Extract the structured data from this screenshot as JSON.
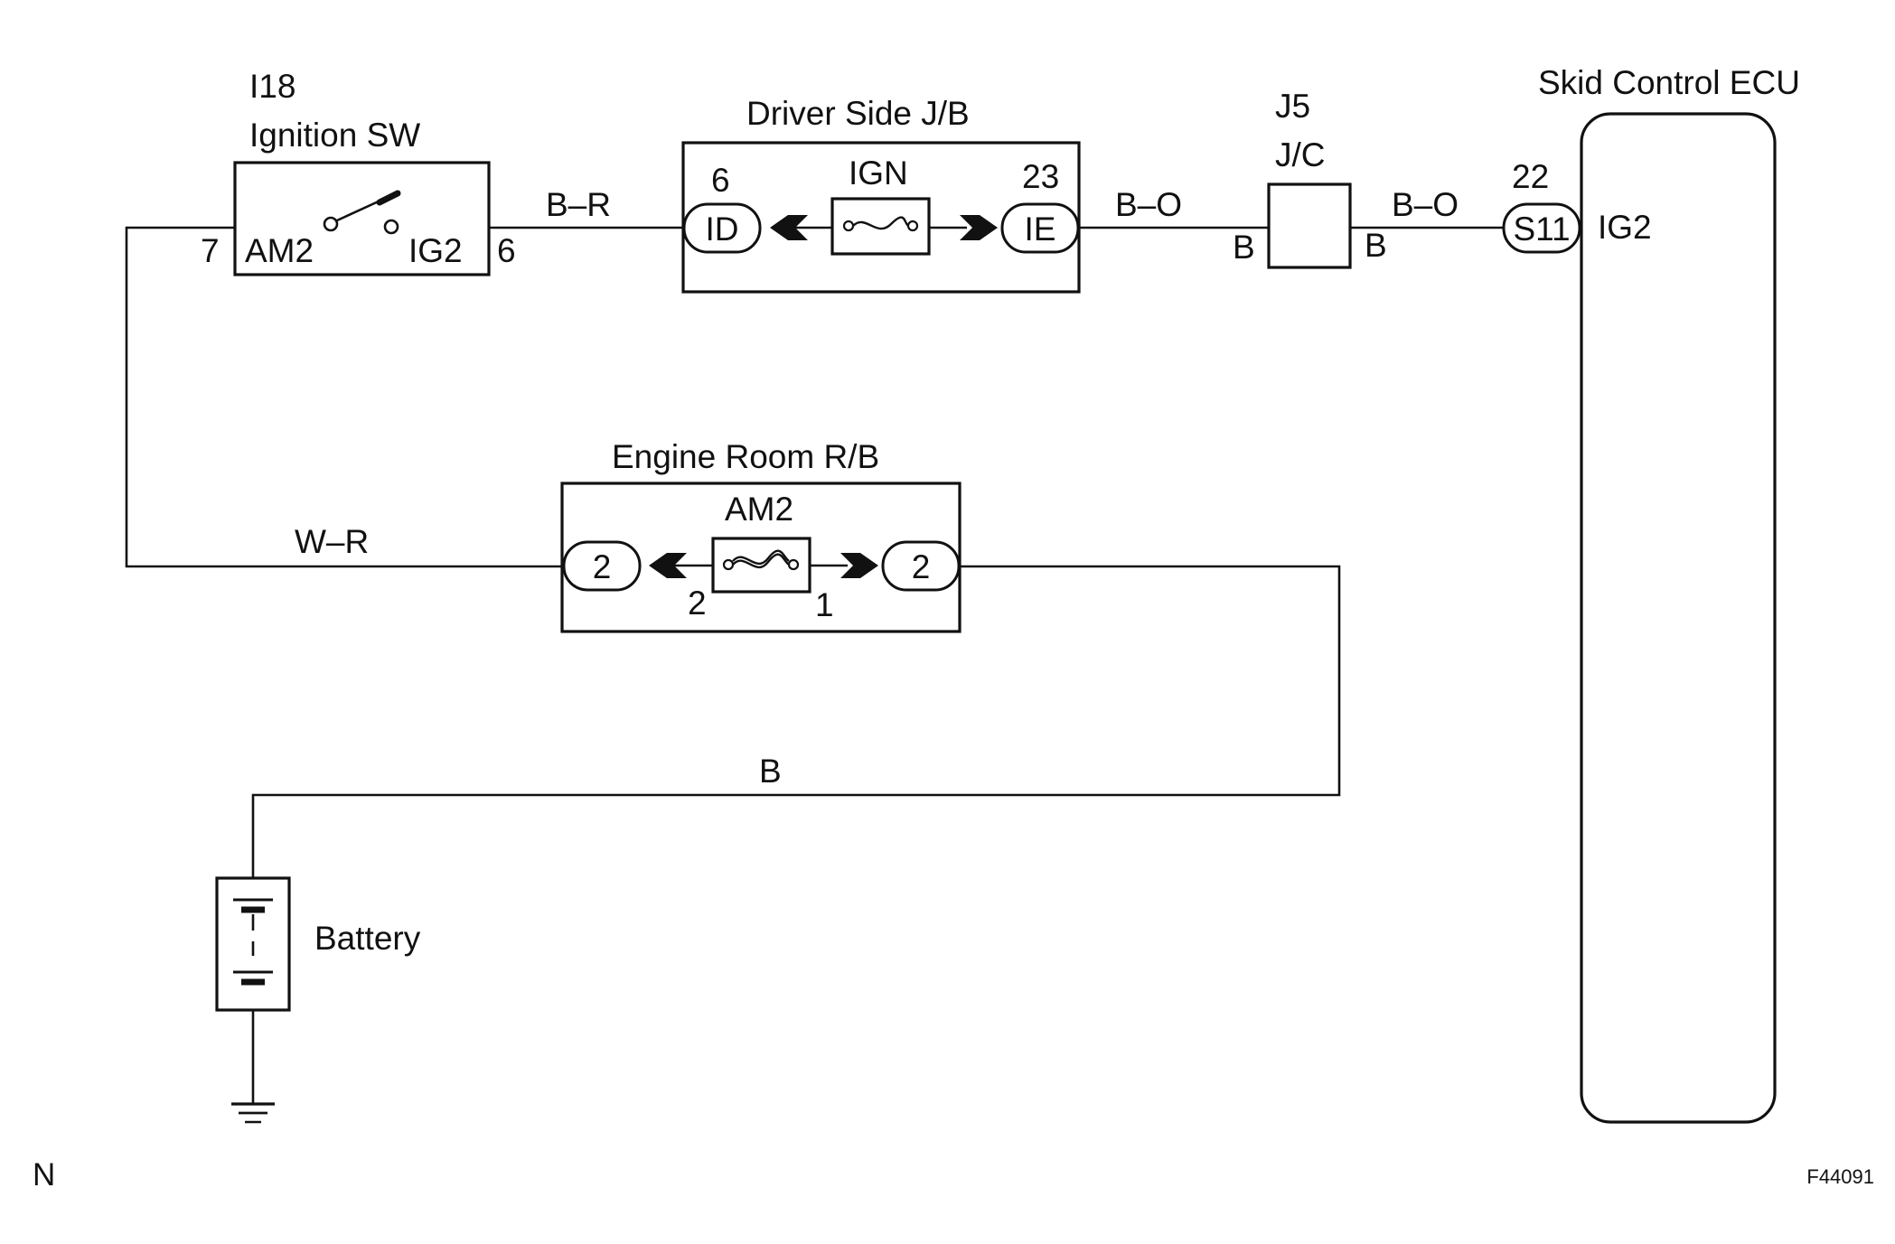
{
  "ignition_switch": {
    "code": "I18",
    "name": "Ignition SW",
    "pin_in": "7",
    "pin_in_label": "AM2",
    "pin_out_label": "IG2",
    "pin_out": "6"
  },
  "driver_jb": {
    "name": "Driver Side J/B",
    "left_pin": "6",
    "left_connector": "ID",
    "fuse": "IGN",
    "right_pin": "23",
    "right_connector": "IE"
  },
  "junction": {
    "code": "J5",
    "name": "J/C",
    "left_wire": "B",
    "right_wire": "B"
  },
  "ecu": {
    "name": "Skid Control ECU",
    "pin": "22",
    "connector": "S11",
    "terminal": "IG2"
  },
  "engine_rb": {
    "name": "Engine Room R/B",
    "fuse": "AM2",
    "left_connector": "2",
    "right_connector": "2",
    "fuse_left_pin": "2",
    "fuse_right_pin": "1"
  },
  "wires": {
    "ign_to_jb": "B–R",
    "jb_to_jc": "B–O",
    "jc_to_ecu": "B–O",
    "ign_to_rb": "W–R",
    "battery": "B"
  },
  "battery": {
    "name": "Battery"
  },
  "footer": {
    "left": "N",
    "right": "F44091"
  }
}
